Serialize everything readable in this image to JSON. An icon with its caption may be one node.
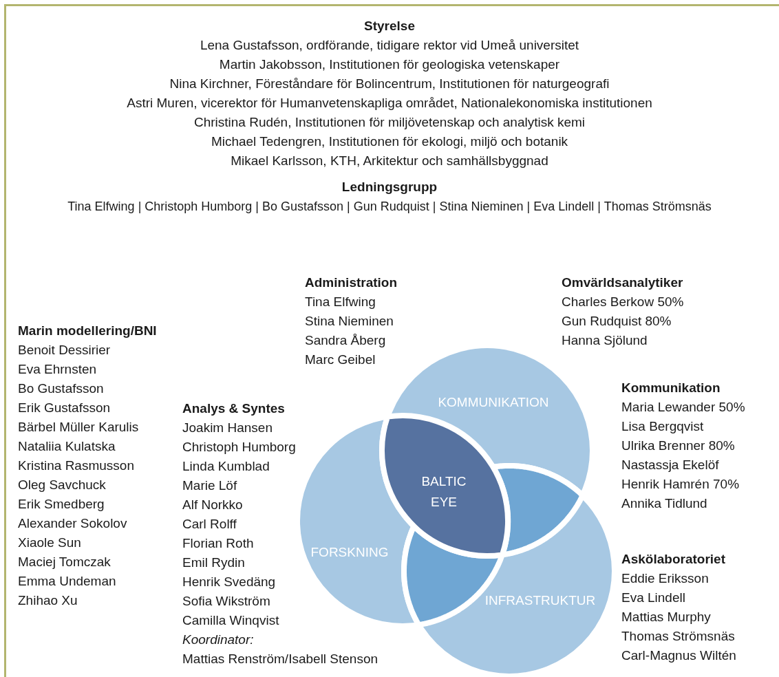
{
  "diagram": {
    "nodes": [
      {
        "text": [
          "KOMMUNIKATION"
        ]
      },
      {
        "text": [
          "BALTIC EYE"
        ]
      },
      {
        "text": [
          "FORSKNING"
        ]
      },
      {
        "text": [
          "INFRASTRUKTUR"
        ]
      },
      {
        "text": [],
        "shape": "lens"
      },
      {
        "text": [],
        "shape": "lens"
      }
    ],
    "edges": [],
    "labels": [
      "Styrelse",
      "Lena Gustafsson, ordförande, tidigare rektor vid Umeå universitet",
      "Martin Jakobsson, Institutionen för geologiska vetenskaper",
      "Nina Kirchner, Föreståndare för Bolincentrum, Institutionen för naturgeografi",
      "Astri Muren, vicerektor för Humanvetenskapliga området, Nationalekonomiska institutionen",
      "Christina Rudén, Institutionen för miljövetenskap och analytisk kemi",
      "Michael Tedengren, Institutionen för ekologi, miljö och botanik",
      "Mikael Karlsson, KTH, Arkitektur och samhällsbyggnad",
      "Ledningsgrupp",
      "Tina Elfwing | Christoph Humborg | Bo Gustafsson | Gun Rudquist | Stina Nieminen | Eva Lindell | Thomas Strömsnäs",
      "Administration",
      "Tina Elfwing",
      "Stina Nieminen",
      "Sandra Åberg",
      "Marc Geibel",
      "Omvärldsanalytiker",
      "Charles Berkow 50%",
      "Gun Rudquist 80%",
      "Hanna Sjölund",
      "Marin modellering/BNI",
      "Benoit Dessirier",
      "Eva Ehrnsten",
      "Bo Gustafsson",
      "Erik Gustafsson",
      "Bärbel Müller Karulis",
      "Nataliia Kulatska",
      "Kristina Rasmusson",
      "Oleg Savchuck",
      "Erik Smedberg",
      "Alexander Sokolov",
      "Xiaole Sun",
      "Maciej Tomczak",
      "Emma Undeman",
      "Zhihao Xu",
      "Kommunikation",
      "Maria Lewander 50%",
      "Lisa Bergqvist",
      "Ulrika Brenner 80%",
      "Nastassja Ekelöf",
      "Henrik Hamrén 70%",
      "Annika Tidlund",
      "Analys & Syntes",
      "Joakim Hansen",
      "Christoph Humborg",
      "Linda Kumblad",
      "Marie Löf",
      "Alf Norkko",
      "Carl Rolff",
      "Florian Roth",
      "Emil Rydin",
      "Henrik Svedäng",
      "Sofia Wikström",
      "Camilla Winqvist",
      "Koordinator:",
      "Mattias Renström/Isabell Stenson",
      "Askölaboratoriet",
      "Eddie Eriksson",
      "Eva Lindell",
      "Mattias Murphy",
      "Thomas Strömsnäs",
      "Carl-Magnus Wiltén"
    ]
  }
}
